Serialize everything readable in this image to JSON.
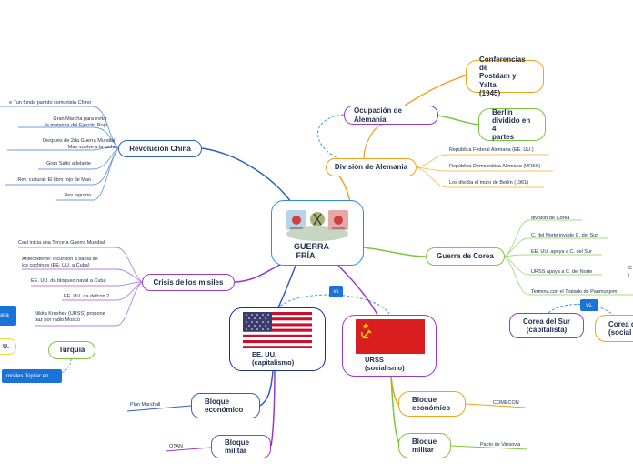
{
  "center": {
    "title_line1": "GUERRA",
    "title_line2": "FRÍA"
  },
  "revolucion": {
    "label": "Revolución China",
    "items": [
      "e Tun funda partido comunista Chino",
      "Gran Marcha para evitar",
      "la matanza del Ejército Rojo",
      "Después de 2da Guerra Mundial,",
      "Mao vuelve a la lucha",
      "Gran Salto adelante",
      "Rev. cultural: El libro rojo de Mao",
      "Rev. agraria"
    ]
  },
  "crisis": {
    "label": "Crisis de los misiles",
    "items": [
      "Casi inicia una Tercera Guerra Mundial",
      "Antecedente: Incursión a bahía de",
      "los cochinos (EE. UU. a Cuba)",
      "EE. UU. da bloqueo naval a Cuba",
      "EE. UU. da defcon 2",
      "Nikita Krushev (URSS) propone",
      "paz por radio Moscú"
    ]
  },
  "ocupacion": {
    "label": "Ocupación de Alemania"
  },
  "conferencias": {
    "label_line1": "Conferencias de",
    "label_line2": "Postdam y Yalta",
    "label_line3": "(1945)"
  },
  "berlin": {
    "label_line1": "Berlín",
    "label_line2": "dividido en 4",
    "label_line3": "partes"
  },
  "division": {
    "label": "División de Alemania",
    "items": [
      "República Federal Alemana (EE. UU.)",
      "República Democrática Alemana (URSS)",
      "Los dividía el muro de Berlín (1961)"
    ]
  },
  "corea": {
    "label": "Guerra de Corea",
    "items": [
      "división de Corea",
      "C. del Norte invade C. del Sur",
      "EE. UU. apoya a C. del Sur",
      "URSS apoya a C. del Norte",
      "Termina con el Tratado de Panmunjom"
    ],
    "cut_c": "C",
    "cut_i": "i"
  },
  "corea_sur": {
    "label_line1": "Corea del Sur",
    "label_line2": "(capitalista)"
  },
  "corea_norte": {
    "label_line1": "Corea d",
    "label_line2": "(social"
  },
  "vs_top": "vs",
  "vs_corea": "vs.",
  "eeuu": {
    "label_line1": "EE. UU.",
    "label_line2": "(capitalismo)"
  },
  "urss": {
    "label_line1": "URSS",
    "label_line2": "(socialismo)"
  },
  "bloque_eco_us": {
    "label_line1": "Bloque",
    "label_line2": "económico",
    "leaf": "Plan Marshall"
  },
  "bloque_mil_us": {
    "label_line1": "Bloque",
    "label_line2": "militar",
    "leaf": "OTAN"
  },
  "bloque_eco_ussr": {
    "label_line1": "Bloque",
    "label_line2": "económico",
    "leaf": "COMECON"
  },
  "bloque_mil_ussr": {
    "label_line1": "Bloque",
    "label_line2": "militar",
    "leaf": "Pacto de Varsovia"
  },
  "turquia": {
    "label": "Turquía"
  },
  "misiles_box": "misiles Júpiter en",
  "left_blue_box": "cera",
  "left_yellow_box": "U.",
  "colors": {
    "blue": "#2f5fbf",
    "purple": "#9a38c9",
    "orange": "#f0a21c",
    "green": "#79c83b",
    "accent": "#1a73d9",
    "soviet_red": "#d81e1e"
  }
}
